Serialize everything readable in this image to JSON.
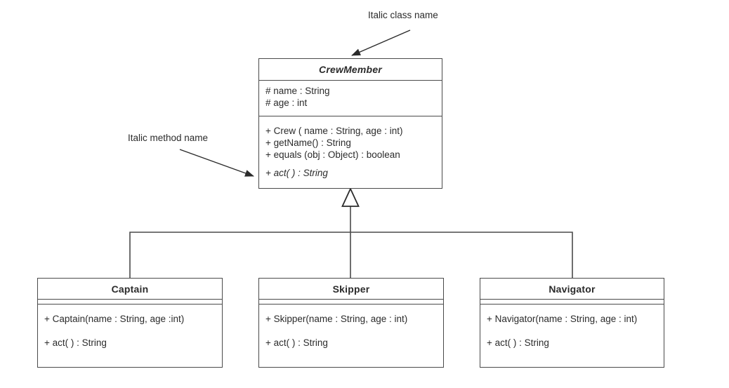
{
  "diagram": {
    "type": "uml-class-diagram",
    "background_color": "#ffffff",
    "line_color": "#4a4a4a",
    "text_color": "#2b2b2b"
  },
  "annotations": {
    "class_name_note": "Italic class name",
    "method_name_note": "Italic method name"
  },
  "classes": {
    "crewmember": {
      "name": "CrewMember",
      "name_style": "bold-italic",
      "attributes": [
        "# name : String",
        "# age : int"
      ],
      "methods": [
        "+ Crew ( name : String, age : int)",
        "+ getName() : String",
        "+ equals (obj : Object) : boolean"
      ],
      "abstract_method": "+ act( ) : String"
    },
    "captain": {
      "name": "Captain",
      "attributes": [],
      "methods": [
        "+ Captain(name : String, age :int)",
        "+ act( ) : String"
      ]
    },
    "skipper": {
      "name": "Skipper",
      "attributes": [],
      "methods": [
        "+ Skipper(name : String, age : int)",
        "+ act( ) : String"
      ]
    },
    "navigator": {
      "name": "Navigator",
      "attributes": [],
      "methods": [
        "+ Navigator(name : String, age : int)",
        "+ act( ) : String"
      ]
    }
  },
  "relationships": [
    {
      "type": "generalization",
      "parent": "CrewMember",
      "children": [
        "Captain",
        "Skipper",
        "Navigator"
      ]
    }
  ]
}
